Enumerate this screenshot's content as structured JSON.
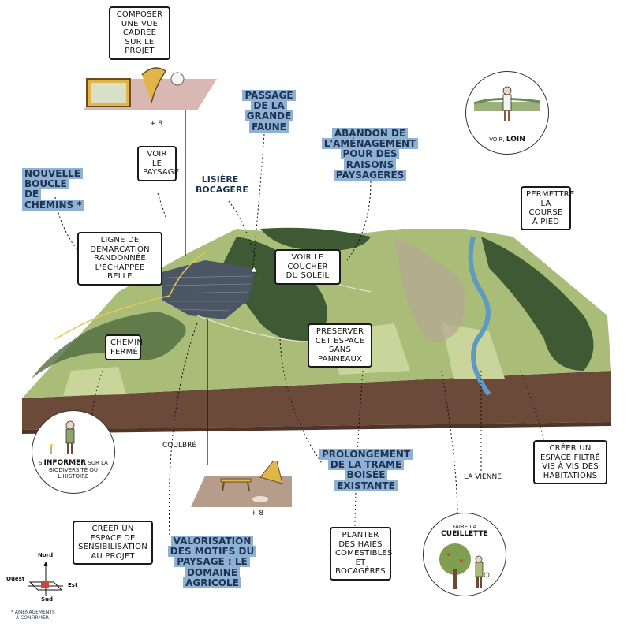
{
  "callouts": {
    "composer_vue": "Composer une vue cadrée sur le projet",
    "voir_paysage": "Voir le paysage",
    "ligne_demarcation": "Ligne de démarcation randonnée l'échappée belle",
    "voir_coucher": "Voir le coucher du soleil",
    "preserver_espace": "Préserver cet espace sans panneaux",
    "chemin_ferme": "Chemin fermé",
    "permettre_course": "Permettre la course à pied",
    "creer_espace_filtre": "Créer un espace filtré vis à vis des habitations",
    "creer_espace_sensibilisation": "Créer un espace de sensibilisation au projet",
    "planter_haies": "Planter des haies comestibles et bocagères"
  },
  "highlights": {
    "nouvelle_boucle": [
      "Nouvelle",
      "boucle de",
      "chemins *"
    ],
    "passage_faune": [
      "Passage",
      "de la grande",
      "faune"
    ],
    "abandon_amenagement": [
      "Abandon de",
      "l'aménagement",
      "pour des raisons",
      "paysagères"
    ],
    "prolongement_trame": [
      "Prolongement",
      "de la trame boisée",
      "existante"
    ],
    "valorisation_motifs": [
      "Valorisation",
      "des motifs du",
      "paysage : le",
      "domaine agricole"
    ]
  },
  "labels": {
    "lisiere_bocagere": "Lisière bocagère",
    "coulbre": "Coulbré",
    "la_vienne": "La Vienne",
    "plus_count_top": "+ 8",
    "plus_count_bottom": "+ 8"
  },
  "circles": {
    "voir_loin_prefix": "Voir,",
    "voir_loin_emph": "Loin",
    "informer_prefix": "S'",
    "informer_emph": "informer",
    "informer_rest": "sur la biodiversité ou l'histoire",
    "cueillette_prefix": "Faire la",
    "cueillette_emph": "Cueillette"
  },
  "compass": {
    "nord": "Nord",
    "sud": "Sud",
    "est": "Est",
    "ouest": "Ouest"
  },
  "footnote": [
    "* Aménagements",
    "à confirmer"
  ],
  "colors": {
    "highlight": "#8fb1d6",
    "highlight_text": "#1e3350",
    "soil": "#6b4a3a",
    "field_green": "#a9bd79",
    "forest_green": "#3e5a34",
    "river_blue": "#5d9cc0"
  }
}
